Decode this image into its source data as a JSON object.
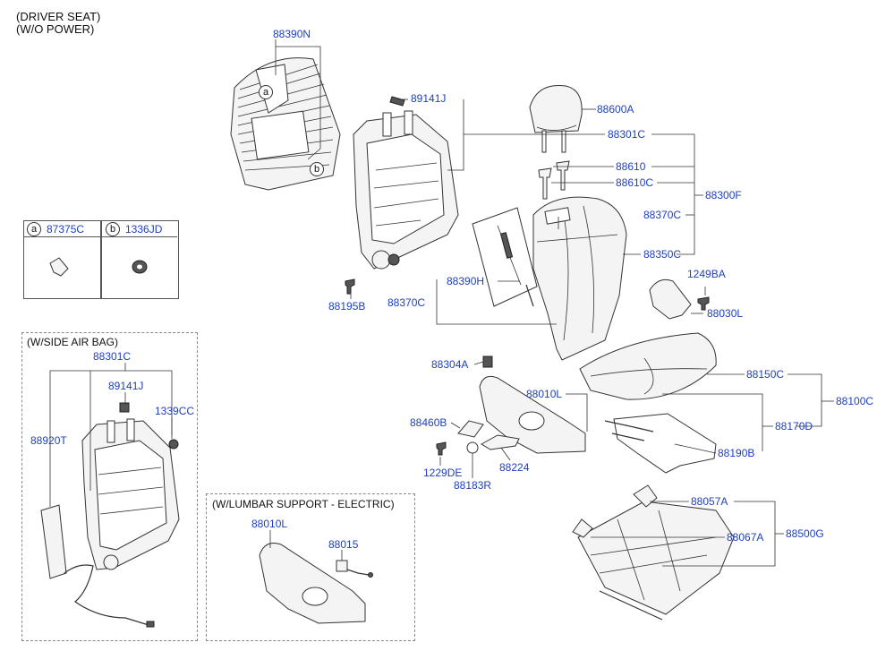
{
  "header": {
    "line1": "(DRIVER SEAT)",
    "line2": "(W/O POWER)"
  },
  "legend": {
    "a": {
      "marker": "a",
      "code": "87375C"
    },
    "b": {
      "marker": "b",
      "code": "1336JD"
    }
  },
  "callouts": {
    "a": "a",
    "b": "b"
  },
  "parts": {
    "p88390N": "88390N",
    "p89141J": "89141J",
    "p88195B": "88195B",
    "p88600A": "88600A",
    "p88301C": "88301C",
    "p88610": "88610",
    "p88610C": "88610C",
    "p88300F": "88300F",
    "p88370C_r": "88370C",
    "p88350C": "88350C",
    "p88390H": "88390H",
    "p88370C_l": "88370C",
    "p1249BA": "1249BA",
    "p88030L": "88030L",
    "p88304A": "88304A",
    "p88010L": "88010L",
    "p88150C": "88150C",
    "p88100C": "88100C",
    "p88460B": "88460B",
    "p88170D": "88170D",
    "p1229DE": "1229DE",
    "p88224": "88224",
    "p88183R": "88183R",
    "p88190B": "88190B",
    "p88057A": "88057A",
    "p88067A": "88067A",
    "p88500G": "88500G"
  },
  "airbag_box": {
    "title": "(W/SIDE AIR BAG)",
    "p88301C": "88301C",
    "p89141J": "89141J",
    "p1339CC": "1339CC",
    "p88920T": "88920T"
  },
  "lumbar_box": {
    "title": "(W/LUMBAR SUPPORT - ELECTRIC)",
    "p88010L": "88010L",
    "p88015": "88015"
  }
}
